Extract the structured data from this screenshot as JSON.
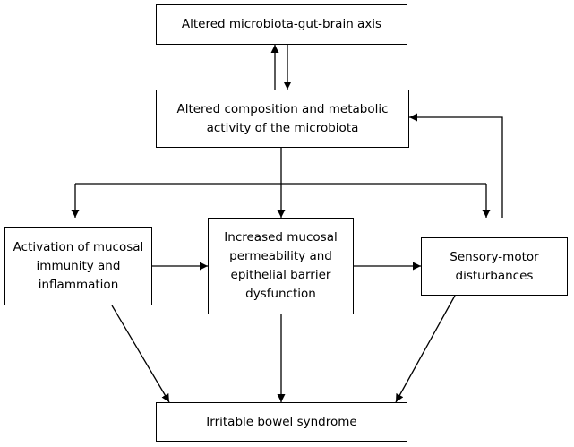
{
  "nodes": {
    "axis": "Altered microbiota-gut-brain axis",
    "composition_line1": "Altered composition and metabolic",
    "composition_line2": "activity of the microbiota",
    "activation_line1": "Activation of mucosal",
    "activation_line2": "immunity and",
    "activation_line3": "inflammation",
    "permeability_line1": "Increased mucosal",
    "permeability_line2": "permeability and",
    "permeability_line3": "epithelial barrier",
    "permeability_line4": "dysfunction",
    "sensory_line1": "Sensory-motor",
    "sensory_line2": "disturbances",
    "ibs": "Irritable bowel syndrome"
  },
  "edges": [
    {
      "from": "composition",
      "to": "axis"
    },
    {
      "from": "axis",
      "to": "composition"
    },
    {
      "from": "composition",
      "to": "activation"
    },
    {
      "from": "composition",
      "to": "permeability"
    },
    {
      "from": "composition",
      "to": "sensory"
    },
    {
      "from": "sensory",
      "to": "composition"
    },
    {
      "from": "activation",
      "to": "permeability"
    },
    {
      "from": "permeability",
      "to": "sensory"
    },
    {
      "from": "activation",
      "to": "ibs"
    },
    {
      "from": "permeability",
      "to": "ibs"
    },
    {
      "from": "sensory",
      "to": "ibs"
    }
  ]
}
